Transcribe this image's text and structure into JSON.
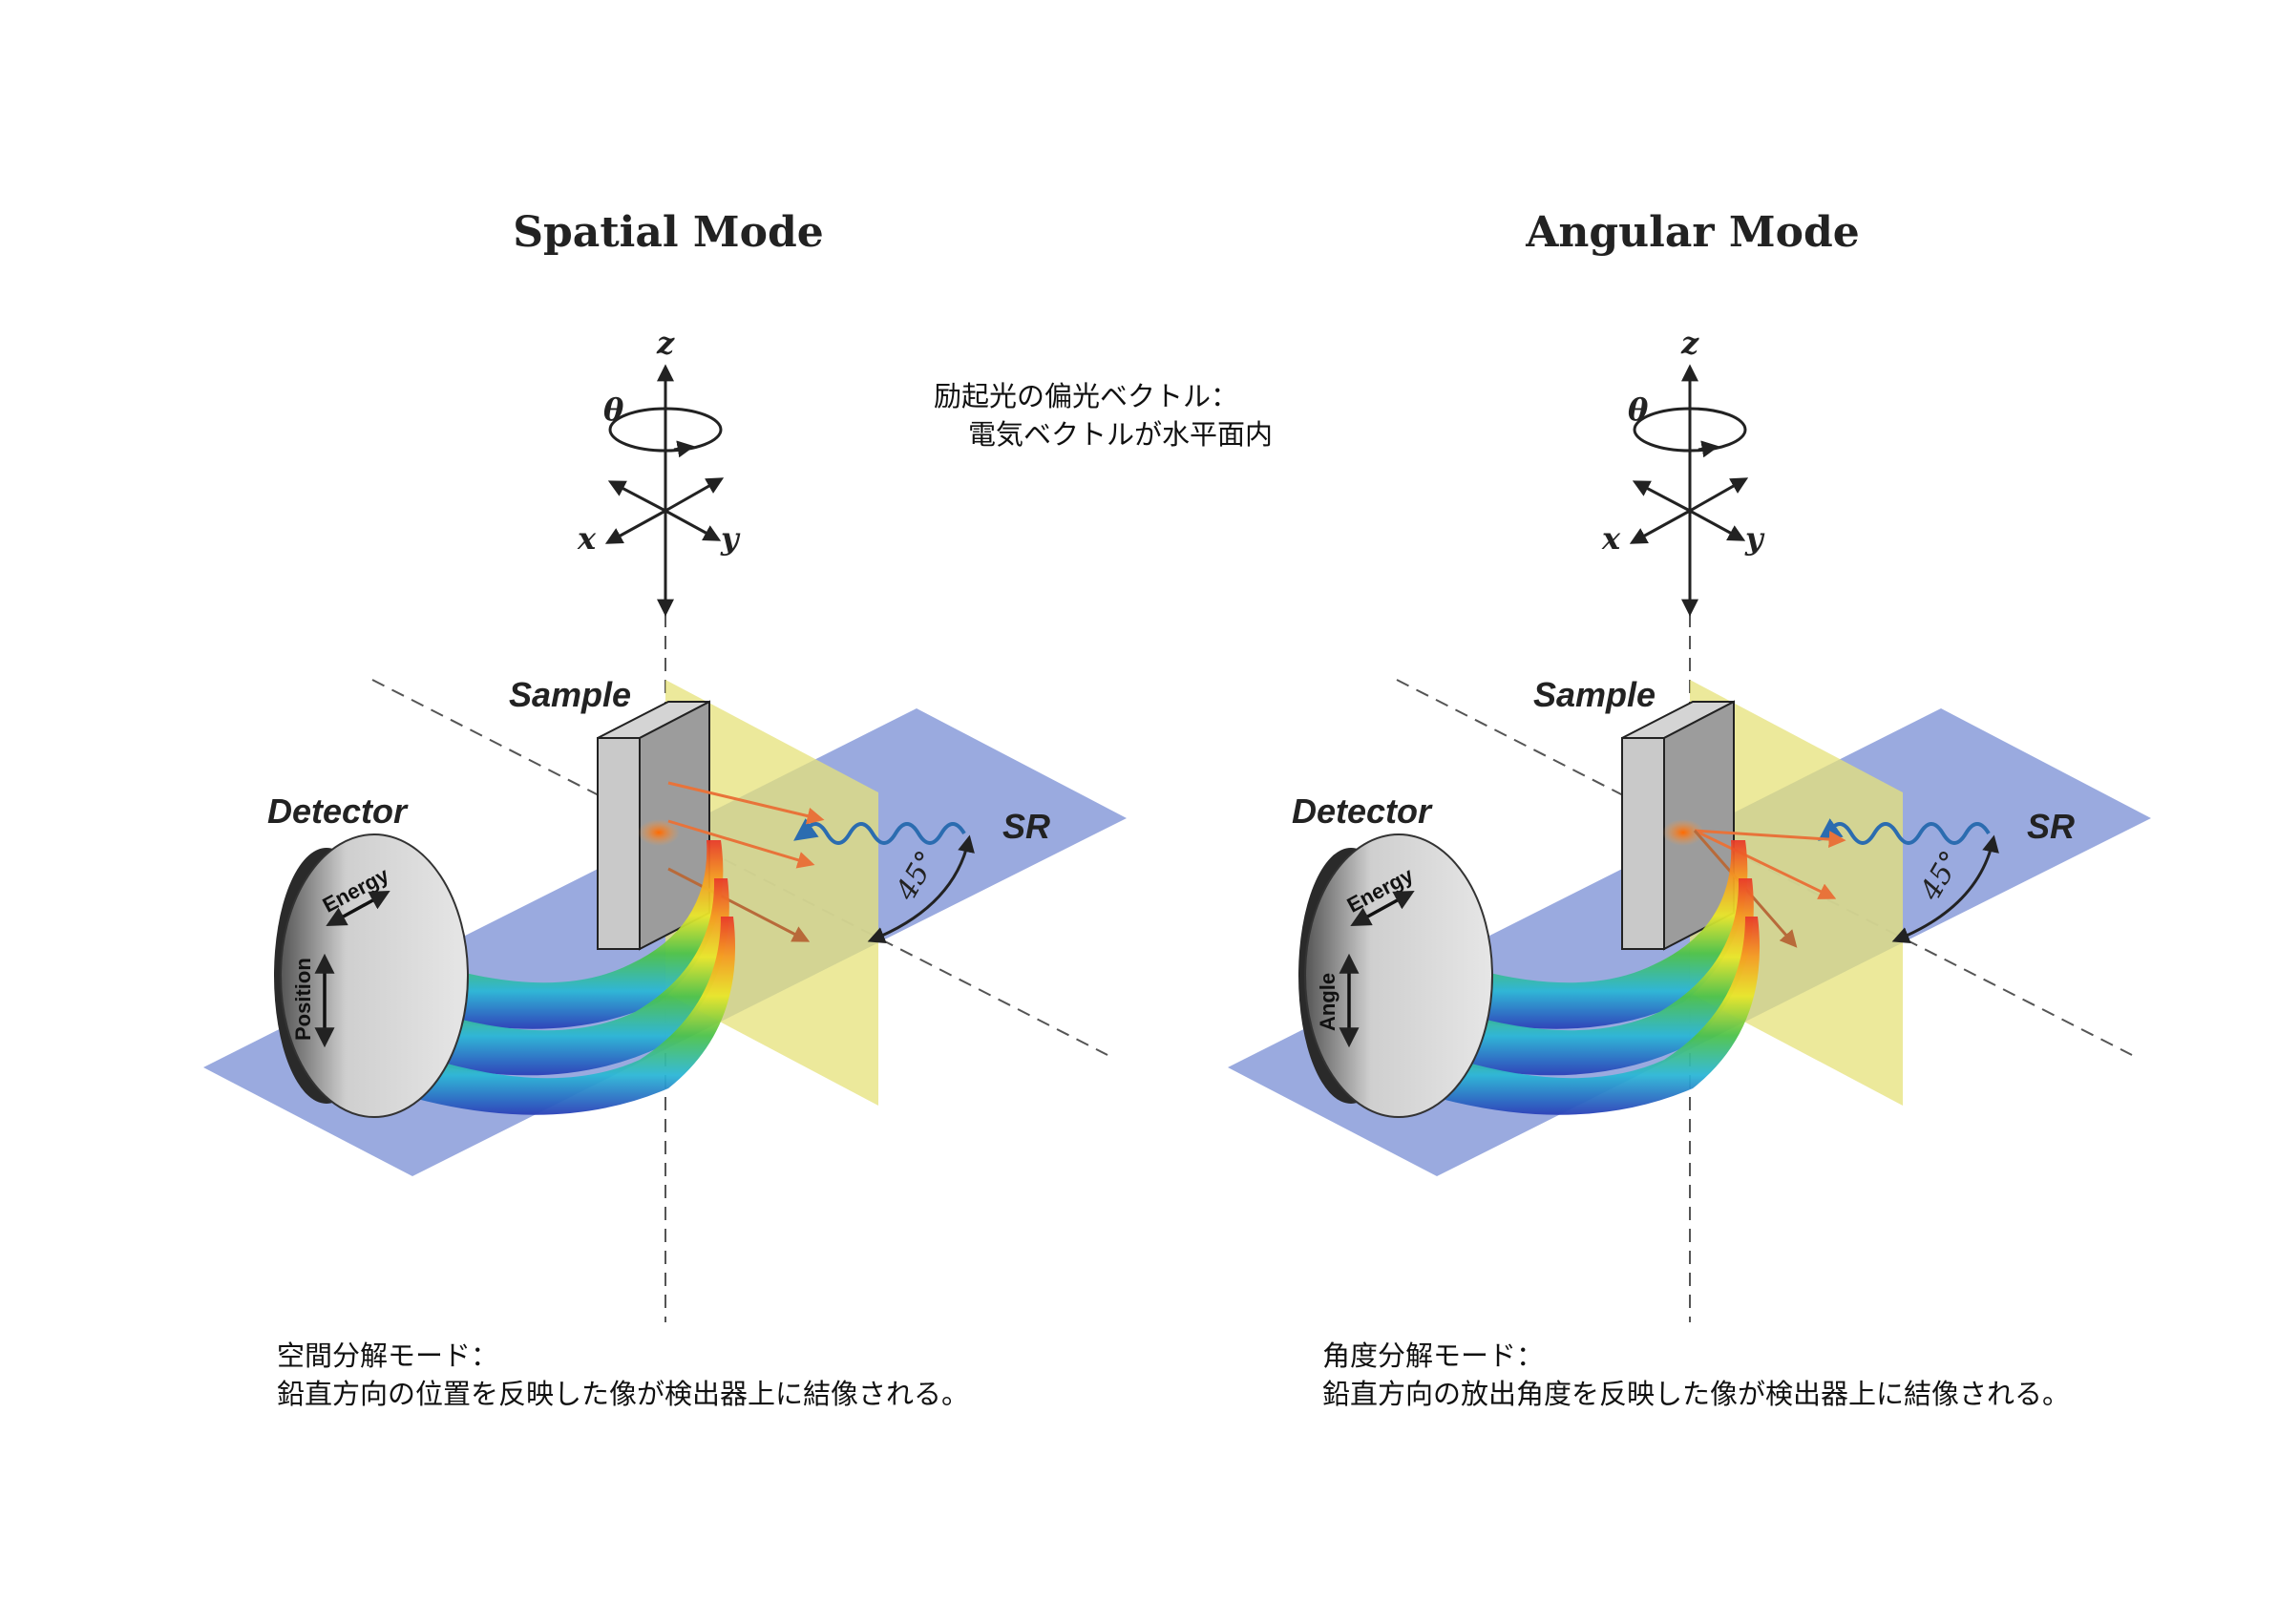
{
  "panels": [
    {
      "title": "Spatial Mode",
      "sample_label": "Sample",
      "detector_label": "Detector",
      "sr_label": "SR",
      "energy_label": "Energy",
      "vertical_label": "Position",
      "angle_label": "45°",
      "caption_line1": "空間分解モード：",
      "caption_line2": "鉛直方向の位置を反映した像が検出器上に結像される。"
    },
    {
      "title": "Angular Mode",
      "sample_label": "Sample",
      "detector_label": "Detector",
      "sr_label": "SR",
      "energy_label": "Energy",
      "vertical_label": "Angle",
      "angle_label": "45°",
      "caption_line1": "角度分解モード：",
      "caption_line2": "鉛直方向の放出角度を反映した像が検出器上に結像される。"
    }
  ],
  "axes": {
    "z": "z",
    "x": "x",
    "y": "y",
    "theta": "θ"
  },
  "polarization_note": {
    "line1": "励起光の偏光ベクトル：",
    "line2": "電気ベクトルが水平面内"
  }
}
